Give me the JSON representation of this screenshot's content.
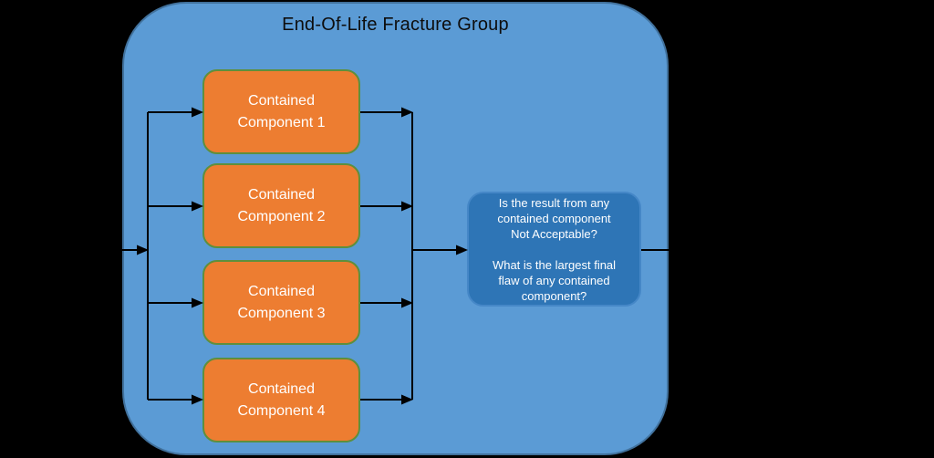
{
  "diagram": {
    "title": "End-Of-Life Fracture Group",
    "components": [
      {
        "label": "Contained\nComponent 1"
      },
      {
        "label": "Contained\nComponent 2"
      },
      {
        "label": "Contained\nComponent 3"
      },
      {
        "label": "Contained\nComponent 4"
      }
    ],
    "decision": {
      "text": "Is the result from any\ncontained component\nNot Acceptable?\n\nWhat is the largest final\nflaw of any contained\ncomponent?"
    },
    "colors": {
      "background": "#000000",
      "group_fill": "#5b9bd5",
      "group_border": "#41719c",
      "component_fill": "#ed7d31",
      "component_border": "#5e8f3d",
      "component_text": "#ffffff",
      "decision_fill": "#2e75b6",
      "decision_border": "#4587c7",
      "decision_text": "#ffffff",
      "title_text": "#0d0d0d",
      "connector": "#000000"
    }
  }
}
